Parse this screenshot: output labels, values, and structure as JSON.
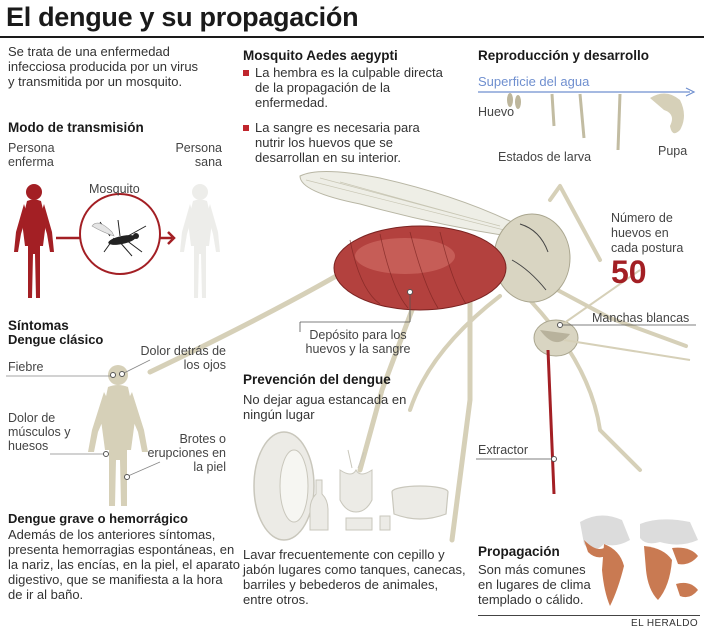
{
  "title": "El dengue y su propagación",
  "intro": "Se trata de una enfermedad infecciosa producida por un virus y transmitida por un mosquito.",
  "transmission": {
    "heading": "Modo de transmisión",
    "sick_person": "Persona enferma",
    "healthy_person": "Persona sana",
    "mosquito": "Mosquito"
  },
  "mosquito_section": {
    "heading": "Mosquito Aedes aegypti",
    "bullets": [
      "La hembra es la culpable directa de la propagación de la enfermedad.",
      "La sangre es necesaria para nutrir los huevos que se desarrollan en su interior."
    ],
    "deposit_label": "Depósito para los huevos y la sangre",
    "white_spots_label": "Manchas blancas",
    "extractor_label": "Extractor"
  },
  "reproduction": {
    "heading": "Reproducción y desarrollo",
    "water_surface": "Superficie del agua",
    "egg": "Huevo",
    "larva_stages": "Estados de larva",
    "pupa": "Pupa",
    "eggs_per_laying": "Número de huevos en cada postura",
    "eggs_count": "50"
  },
  "symptoms": {
    "heading": "Síntomas",
    "subheading": "Dengue clásico",
    "fever": "Fiebre",
    "eye_pain": "Dolor detrás de los ojos",
    "muscle_pain": "Dolor de músculos y huesos",
    "rash": "Brotes o erupciones en la piel"
  },
  "severe": {
    "heading": "Dengue grave o hemorrágico",
    "text": "Además de los anteriores síntomas, presenta hemorragias espontáneas, en la nariz, las encías, en la piel, el aparato digestivo, que se manifiesta a la hora de ir al baño."
  },
  "prevention": {
    "heading": "Prevención del dengue",
    "text1": "No dejar agua estancada en ningún lugar",
    "text2": "Lavar frecuentemente con cepillo y jabón lugares como tanques, canecas, barriles y bebederos de animales, entre otros."
  },
  "propagation": {
    "heading": "Propagación",
    "text": "Son más comunes en lugares de clima templado o cálido."
  },
  "credit": "EL HERALDO",
  "colors": {
    "accent_red": "#a31f24",
    "bullet_red": "#c0262d",
    "body_beige": "#d6d0b8",
    "water_blue": "#6f8fcf"
  }
}
